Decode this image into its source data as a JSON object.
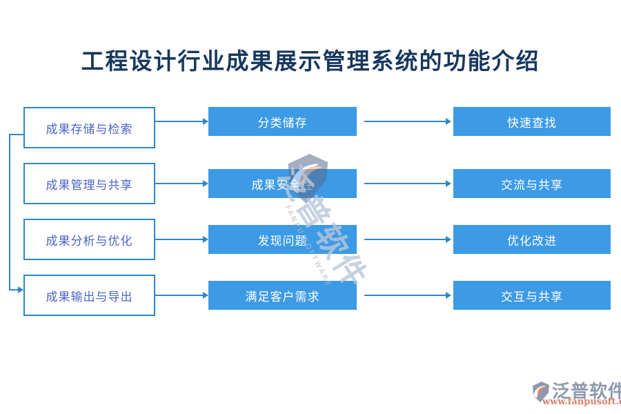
{
  "title": "工程设计行业成果展示管理系统的功能介绍",
  "colors": {
    "title_text": "#17375e",
    "line": "#2e86c8",
    "bar_fill": "#3d9ae5",
    "bar_text": "#ffffff",
    "box_text": "#4a64c8",
    "footer_brand": "#8e99ad",
    "footer_url": "#d5806b",
    "watermark_text": "#b9c7d9"
  },
  "flow": {
    "rows": [
      {
        "left": "成果存储与检索",
        "middle": "分类储存",
        "right": "快速查找"
      },
      {
        "left": "成果管理与共享",
        "middle": "成果安全性",
        "right": "交流与共享"
      },
      {
        "left": "成果分析与优化",
        "middle": "发现问题",
        "right": "优化改进"
      },
      {
        "left": "成果输出与导出",
        "middle": "满足客户需求",
        "right": "交互与共享"
      }
    ]
  },
  "watermark": {
    "logo": "fanpu-logo",
    "text": "泛普软件",
    "subtext": "FANPU SOFTWARE"
  },
  "footer": {
    "brand": "泛普软件",
    "url": "www.fanpusoft.com"
  }
}
